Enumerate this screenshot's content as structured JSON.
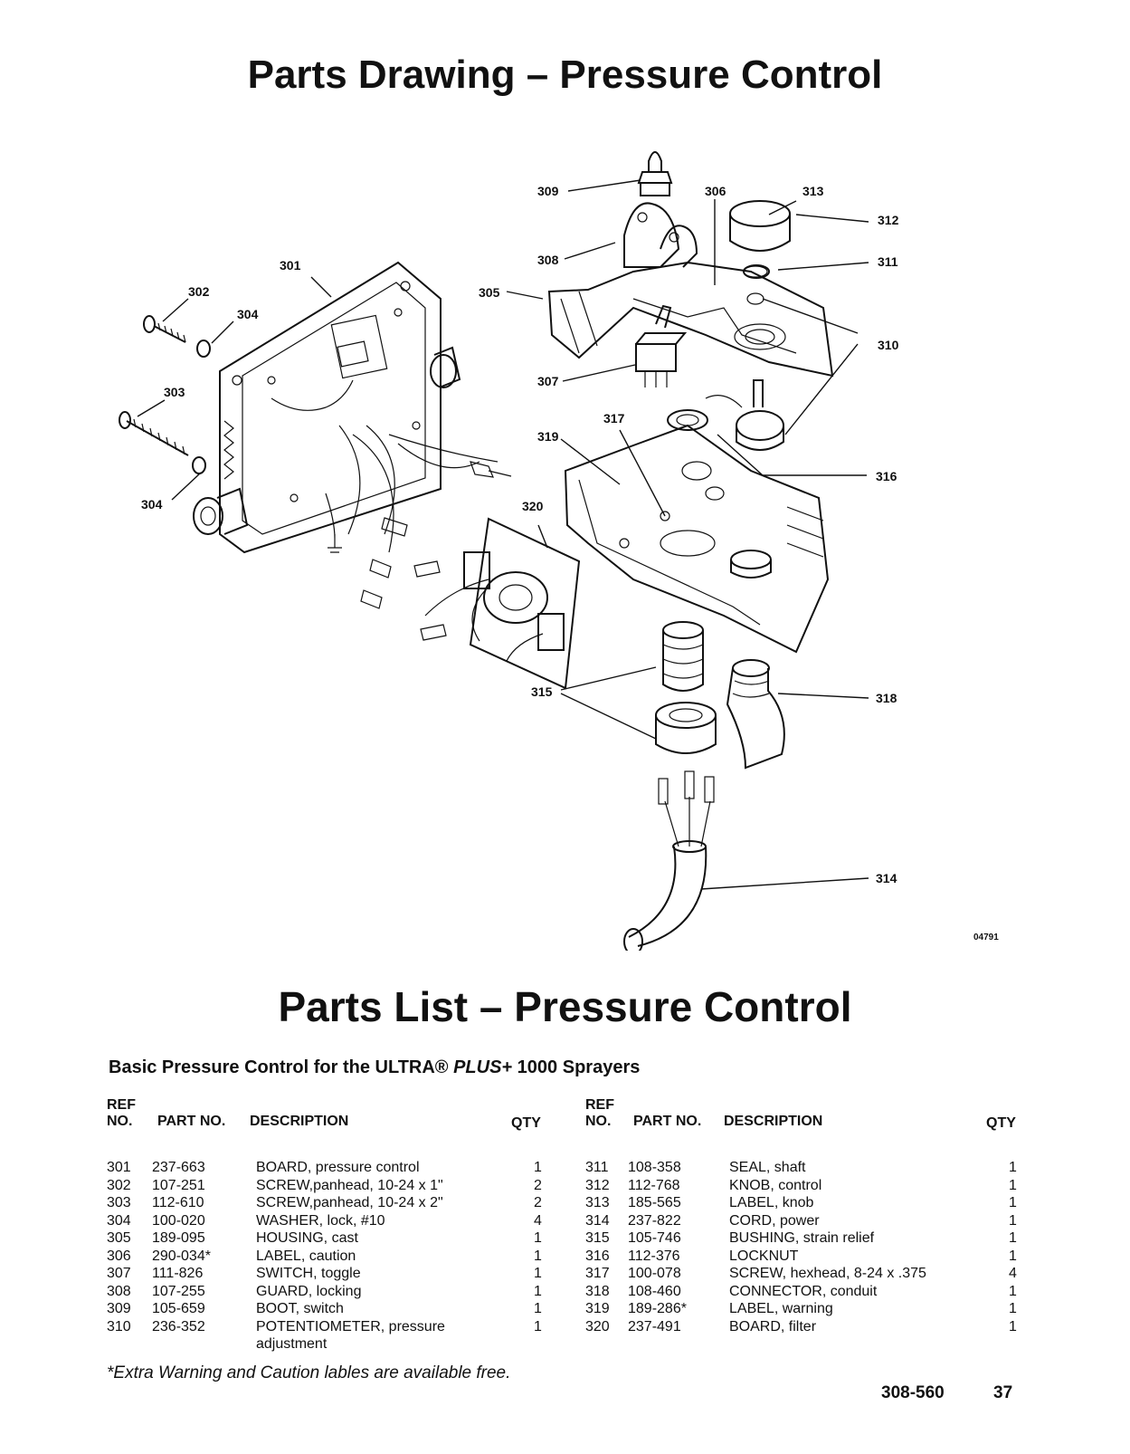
{
  "drawing_title": "Parts Drawing – Pressure Control",
  "list_title": "Parts List – Pressure Control",
  "subtitle": {
    "part1": "Basic Pressure Control for the ULTRA® ",
    "part2": "PLUS+",
    "part3": " 1000 Sprayers"
  },
  "drawing_code": "04791",
  "callouts": [
    "301",
    "302",
    "303",
    "304",
    "304",
    "305",
    "306",
    "307",
    "308",
    "309",
    "310",
    "311",
    "312",
    "313",
    "314",
    "315",
    "316",
    "317",
    "318",
    "319",
    "320"
  ],
  "table": {
    "headers": {
      "ref": "REF",
      "no": "NO.",
      "part_no": "PART NO.",
      "description": "DESCRIPTION",
      "qty": "QTY"
    },
    "left_rows": [
      {
        "ref": "301",
        "part": "237-663",
        "desc": "BOARD, pressure control",
        "qty": "1"
      },
      {
        "ref": "302",
        "part": "107-251",
        "desc": "SCREW,panhead, 10-24 x 1\"",
        "qty": "2"
      },
      {
        "ref": "303",
        "part": "112-610",
        "desc": "SCREW,panhead, 10-24 x 2\"",
        "qty": "2"
      },
      {
        "ref": "304",
        "part": "100-020",
        "desc": "WASHER, lock, #10",
        "qty": "4"
      },
      {
        "ref": "305",
        "part": "189-095",
        "desc": "HOUSING, cast",
        "qty": "1"
      },
      {
        "ref": "306",
        "part": "290-034*",
        "desc": "LABEL, caution",
        "qty": "1"
      },
      {
        "ref": "307",
        "part": "111-826",
        "desc": "SWITCH, toggle",
        "qty": "1"
      },
      {
        "ref": "308",
        "part": "107-255",
        "desc": "GUARD, locking",
        "qty": "1"
      },
      {
        "ref": "309",
        "part": "105-659",
        "desc": "BOOT, switch",
        "qty": "1"
      },
      {
        "ref": "310",
        "part": "236-352",
        "desc": "POTENTIOMETER, pressure",
        "desc2": "adjustment",
        "qty": "1"
      }
    ],
    "right_rows": [
      {
        "ref": "311",
        "part": "108-358",
        "desc": "SEAL, shaft",
        "qty": "1"
      },
      {
        "ref": "312",
        "part": "112-768",
        "desc": "KNOB, control",
        "qty": "1"
      },
      {
        "ref": "313",
        "part": "185-565",
        "desc": "LABEL, knob",
        "qty": "1"
      },
      {
        "ref": "314",
        "part": "237-822",
        "desc": "CORD, power",
        "qty": "1"
      },
      {
        "ref": "315",
        "part": "105-746",
        "desc": "BUSHING, strain relief",
        "qty": "1"
      },
      {
        "ref": "316",
        "part": "112-376",
        "desc": "LOCKNUT",
        "qty": "1"
      },
      {
        "ref": "317",
        "part": "100-078",
        "desc": "SCREW, hexhead, 8-24 x .375",
        "qty": "4"
      },
      {
        "ref": "318",
        "part": "108-460",
        "desc": "CONNECTOR, conduit",
        "qty": "1"
      },
      {
        "ref": "319",
        "part": "189-286*",
        "desc": "LABEL, warning",
        "qty": "1"
      },
      {
        "ref": "320",
        "part": "237-491",
        "desc": "BOARD, filter",
        "qty": "1"
      }
    ]
  },
  "footnote": "*Extra Warning and Caution lables are available free.",
  "page_ref": "308-560",
  "page_number": "37"
}
